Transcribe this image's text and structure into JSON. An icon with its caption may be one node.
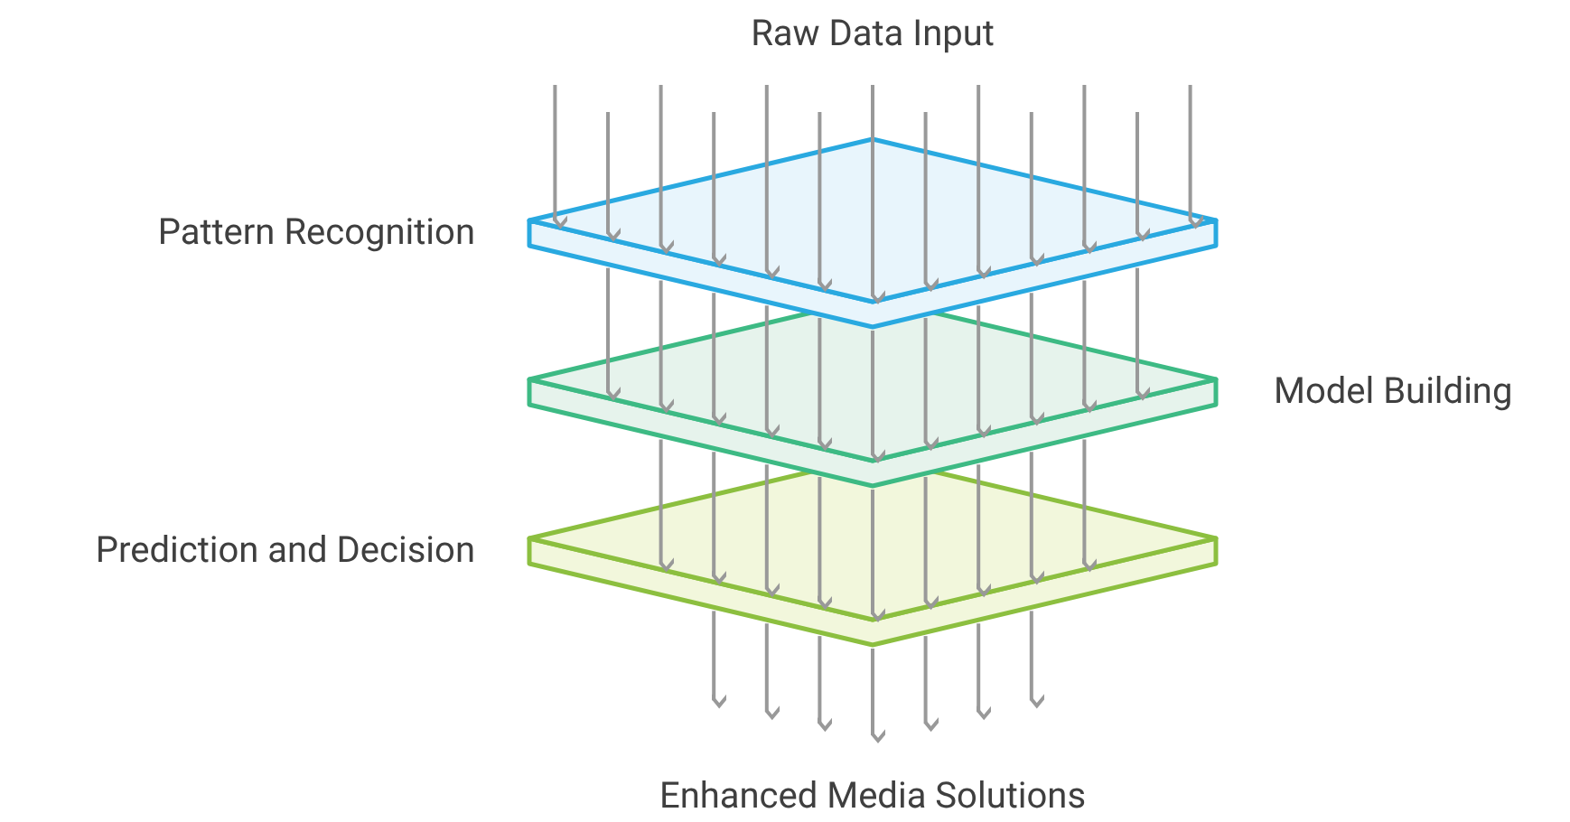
{
  "diagram": {
    "nodes": [
      {
        "text": [
          "Pattern Recognition"
        ]
      },
      {
        "text": [
          "Model Building"
        ]
      },
      {
        "text": [
          "Prediction and Decision"
        ]
      }
    ],
    "edges": [
      {
        "from": null,
        "to": 0,
        "arrow": "to"
      },
      {
        "from": null,
        "to": 0,
        "arrow": "to"
      },
      {
        "from": null,
        "to": 0,
        "arrow": "to"
      },
      {
        "from": null,
        "to": 0,
        "arrow": "to"
      },
      {
        "from": null,
        "to": 0,
        "arrow": "to"
      },
      {
        "from": null,
        "to": 0,
        "arrow": "to"
      },
      {
        "from": null,
        "to": 0,
        "arrow": "to"
      },
      {
        "from": null,
        "to": 0,
        "arrow": "to"
      },
      {
        "from": null,
        "to": 0,
        "arrow": "to"
      },
      {
        "from": null,
        "to": 0,
        "arrow": "to"
      },
      {
        "from": null,
        "to": 0,
        "arrow": "to"
      },
      {
        "from": null,
        "to": 0,
        "arrow": "to"
      },
      {
        "from": null,
        "to": 0,
        "arrow": "to"
      },
      {
        "from": 0,
        "to": 1,
        "arrow": "to"
      },
      {
        "from": 0,
        "to": 1,
        "arrow": "to"
      },
      {
        "from": 0,
        "to": 1,
        "arrow": "to"
      },
      {
        "from": 0,
        "to": 1,
        "arrow": "to"
      },
      {
        "from": 0,
        "to": 1,
        "arrow": "to"
      },
      {
        "from": 0,
        "to": 1,
        "arrow": "to"
      },
      {
        "from": 0,
        "to": 1,
        "arrow": "to"
      },
      {
        "from": 0,
        "to": 1,
        "arrow": "to"
      },
      {
        "from": 0,
        "to": 1,
        "arrow": "to"
      },
      {
        "from": 0,
        "to": 1,
        "arrow": "to"
      },
      {
        "from": 0,
        "to": 1,
        "arrow": "to"
      },
      {
        "from": 1,
        "to": 2,
        "arrow": "to"
      },
      {
        "from": 1,
        "to": 2,
        "arrow": "to"
      },
      {
        "from": 1,
        "to": 2,
        "arrow": "to"
      },
      {
        "from": 1,
        "to": 2,
        "arrow": "to"
      },
      {
        "from": 1,
        "to": 2,
        "arrow": "to"
      },
      {
        "from": 1,
        "to": 2,
        "arrow": "to"
      },
      {
        "from": 1,
        "to": 2,
        "arrow": "to"
      },
      {
        "from": 1,
        "to": 2,
        "arrow": "to"
      },
      {
        "from": 1,
        "to": 2,
        "arrow": "to"
      },
      {
        "from": 2,
        "to": null,
        "arrow": "to"
      },
      {
        "from": 2,
        "to": null,
        "arrow": "to"
      },
      {
        "from": 2,
        "to": null,
        "arrow": "to"
      },
      {
        "from": 2,
        "to": null,
        "arrow": "to"
      },
      {
        "from": 2,
        "to": null,
        "arrow": "to"
      },
      {
        "from": 2,
        "to": null,
        "arrow": "to"
      },
      {
        "from": 2,
        "to": null,
        "arrow": "to"
      }
    ],
    "labels": [
      "Raw Data Input",
      "Enhanced Media Solutions"
    ]
  }
}
